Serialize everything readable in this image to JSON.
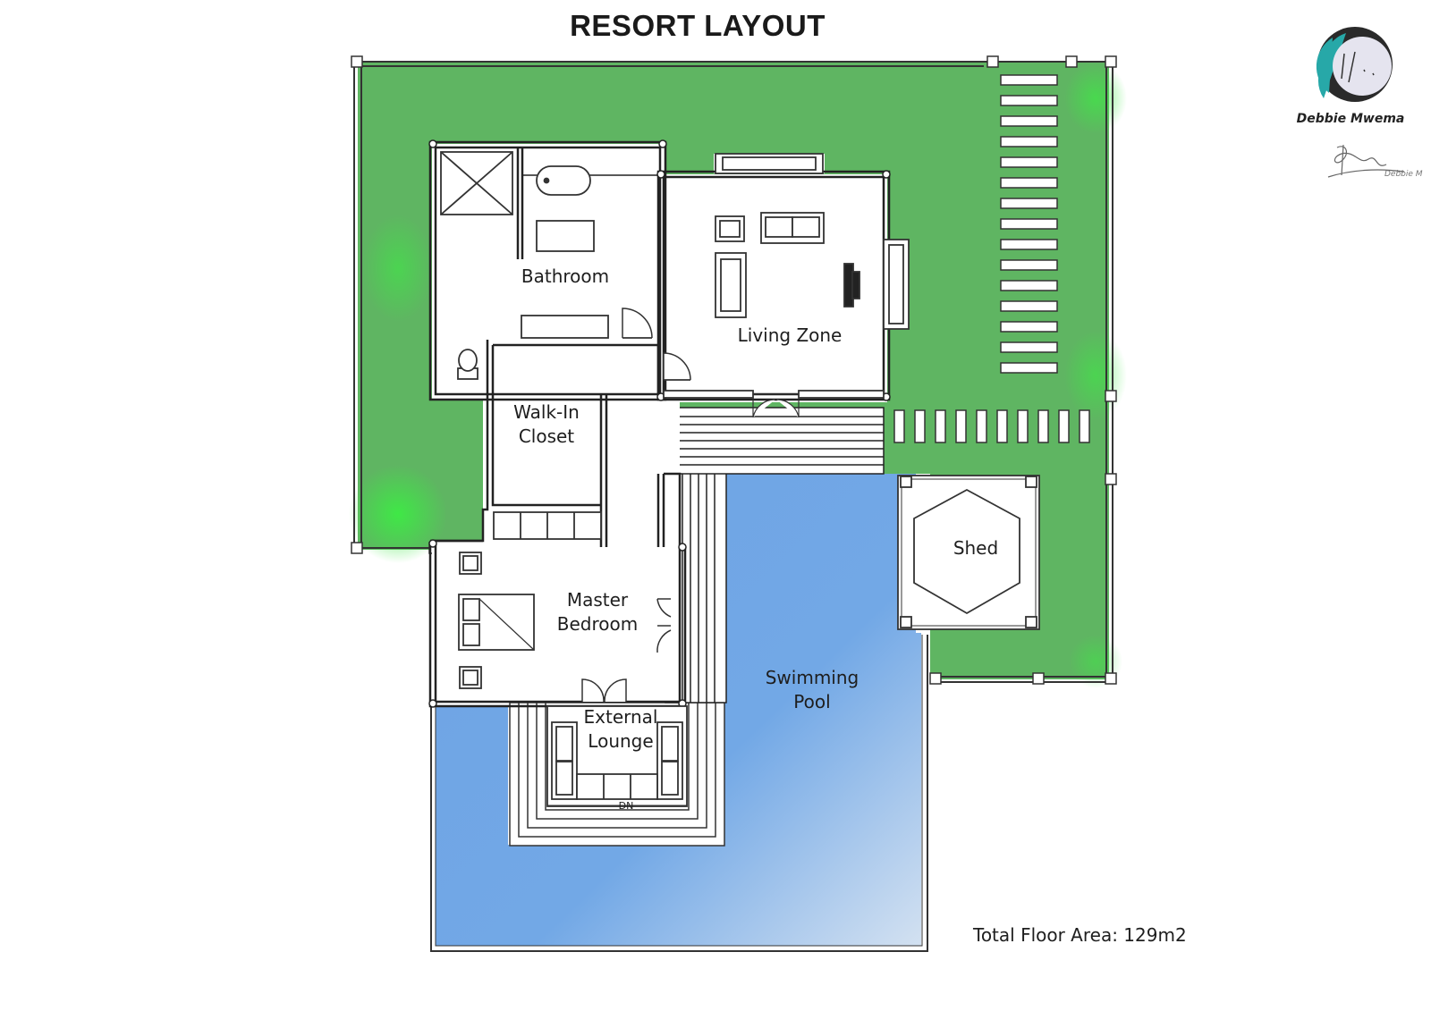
{
  "title": "RESORT LAYOUT",
  "author": "Debbie Mwema",
  "signature": "Debbie M",
  "total_area": "Total Floor Area: 129m2",
  "stair_label": "DN",
  "rooms": {
    "bathroom": "Bathroom",
    "living": "Living Zone",
    "closet_1": "Walk-In",
    "closet_2": "Closet",
    "master_1": "Master",
    "master_2": "Bedroom",
    "lounge_1": "External",
    "lounge_2": "Lounge",
    "pool_1": "Swimming",
    "pool_2": "Pool",
    "shed": "Shed"
  },
  "colors": {
    "lawn": "#5fb562",
    "lawn_light": "#3fe846",
    "pool": "#6fa6e6",
    "pool_light": "#c8daf0",
    "wall": "#222222",
    "logo_teal": "#27a8a8"
  }
}
